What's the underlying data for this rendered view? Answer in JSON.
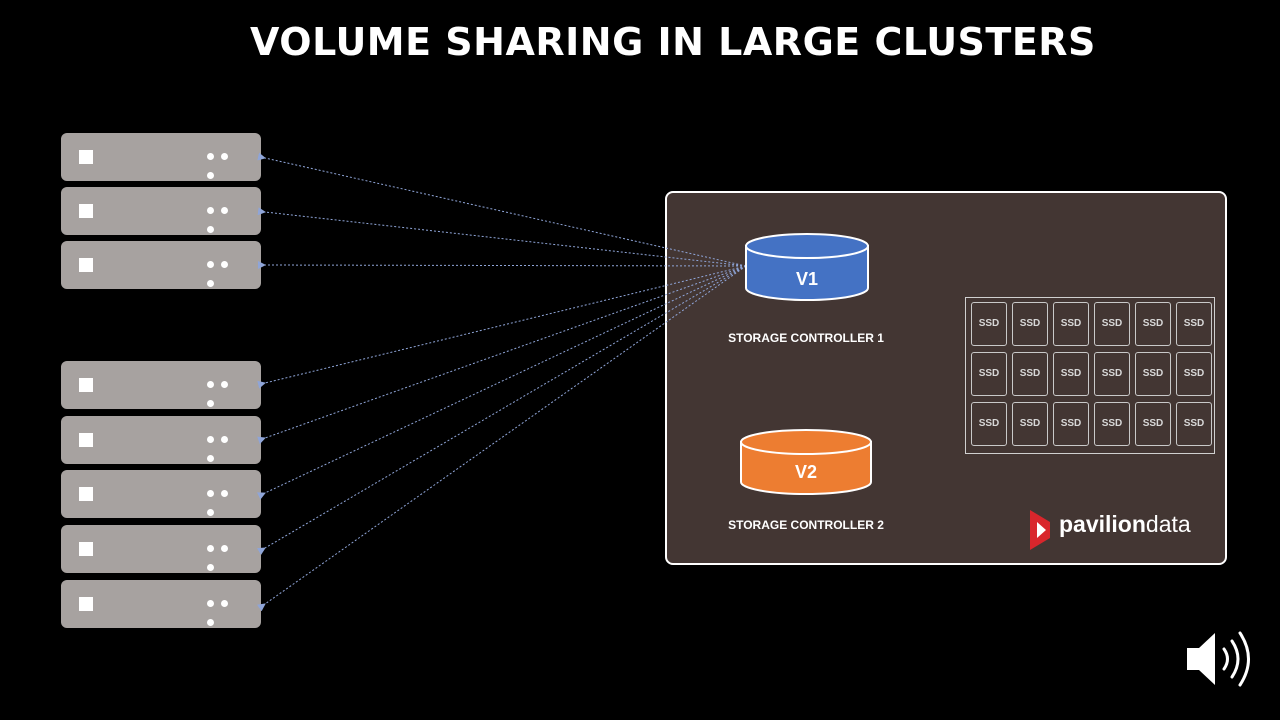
{
  "title": "VOLUME SHARING IN LARGE CLUSTERS",
  "storage": {
    "volume1_label": "V1",
    "volume2_label": "V2",
    "controller1_label": "STORAGE CONTROLLER 1",
    "controller2_label": "STORAGE CONTROLLER 2",
    "ssd_label": "SSD",
    "ssd_rows": 3,
    "ssd_cols": 6
  },
  "brand": {
    "part1": "pavilion",
    "part2": "data"
  },
  "colors": {
    "volume1": "#4472c4",
    "volume2": "#ed7d31",
    "brand_red": "#d9262c",
    "link": "#8fa5d8"
  },
  "icons": {
    "speaker": "speaker-icon",
    "server_indicator": "server-dots-icon"
  }
}
